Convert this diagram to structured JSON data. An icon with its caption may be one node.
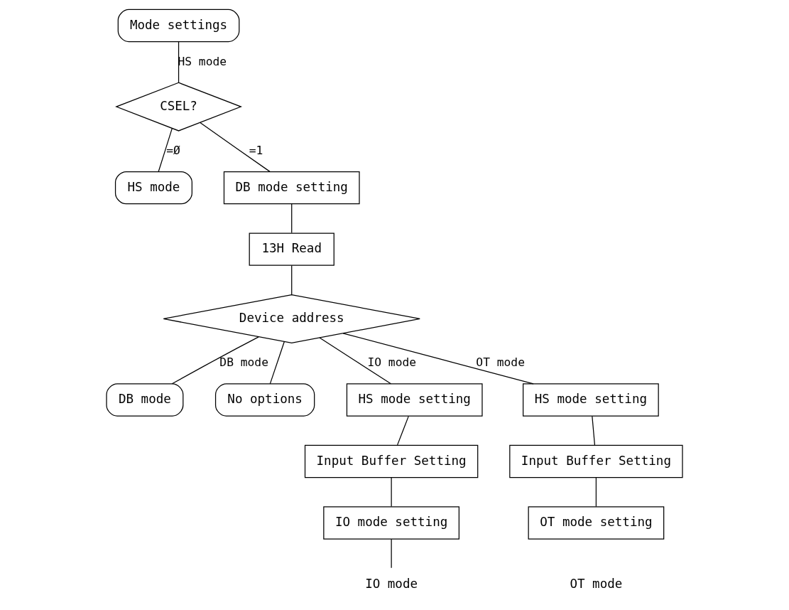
{
  "diagram": {
    "nodes": [
      {
        "text": [
          "Mode settings"
        ]
      },
      {
        "text": [
          "CSEL?"
        ]
      },
      {
        "text": [
          "HS mode"
        ]
      },
      {
        "text": [
          "DB mode setting"
        ]
      },
      {
        "text": [
          "13H Read"
        ]
      },
      {
        "text": [
          "Device address"
        ]
      },
      {
        "text": [
          "DB mode"
        ]
      },
      {
        "text": [
          "No options"
        ]
      },
      {
        "text": [
          "HS mode setting"
        ]
      },
      {
        "text": [
          "Input Buffer Setting"
        ]
      },
      {
        "text": [
          "IO mode setting"
        ]
      },
      {
        "text": [
          "HS mode setting"
        ]
      },
      {
        "text": [
          "Input Buffer Setting"
        ]
      },
      {
        "text": [
          "OT mode setting"
        ]
      },
      {
        "text": [
          "IO mode"
        ]
      }
    ],
    "edges": [
      {
        "from": 0,
        "to": 1,
        "arrow": "none",
        "label": "HS mode"
      },
      {
        "from": 1,
        "to": 2,
        "arrow": "none",
        "label": "=Ø"
      },
      {
        "from": 1,
        "to": 3,
        "arrow": "none",
        "label": "=1"
      },
      {
        "from": 3,
        "to": 4,
        "arrow": "none"
      },
      {
        "from": 4,
        "to": 5,
        "arrow": "none"
      },
      {
        "from": 5,
        "to": 6,
        "arrow": "none",
        "label": "DB mode"
      },
      {
        "from": 5,
        "to": 7,
        "arrow": "none"
      },
      {
        "from": 5,
        "to": 8,
        "arrow": "none",
        "label": "IO mode"
      },
      {
        "from": 5,
        "to": 11,
        "arrow": "none",
        "label": "OT mode"
      },
      {
        "from": 8,
        "to": 9,
        "arrow": "none"
      },
      {
        "from": 9,
        "to": 10,
        "arrow": "none"
      },
      {
        "from": 10,
        "to": 14,
        "arrow": "none"
      },
      {
        "from": 11,
        "to": 12,
        "arrow": "none"
      },
      {
        "from": 12,
        "to": 13,
        "arrow": "none"
      }
    ],
    "labels": [
      "OT mode"
    ]
  }
}
